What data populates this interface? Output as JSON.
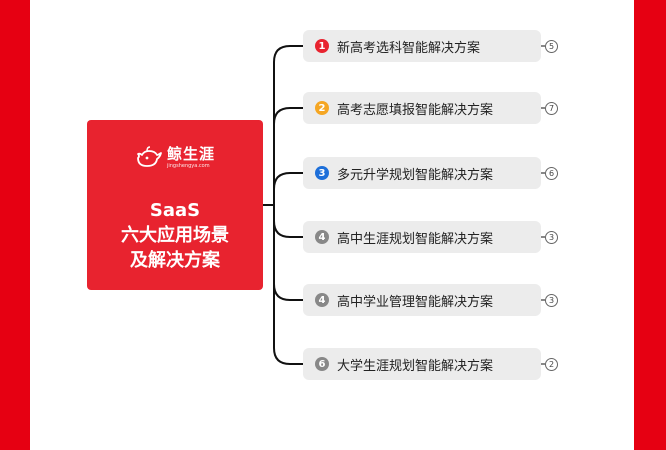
{
  "brand": {
    "name": "鲸生涯",
    "url": "jingshengya.com",
    "accent": "#e60012",
    "card_color": "#e8232f"
  },
  "center": {
    "line1": "SaaS",
    "line2": "六大应用场景",
    "line3": "及解决方案"
  },
  "branches": [
    {
      "badge": "1",
      "badge_color": "#e8232f",
      "label": "新高考选科智能解决方案",
      "count": "5"
    },
    {
      "badge": "2",
      "badge_color": "#f5a623",
      "label": "高考志愿填报智能解决方案",
      "count": "7"
    },
    {
      "badge": "3",
      "badge_color": "#1e6fd9",
      "label": "多元升学规划智能解决方案",
      "count": "6"
    },
    {
      "badge": "4",
      "badge_color": "#888888",
      "label": "高中生涯规划智能解决方案",
      "count": "3"
    },
    {
      "badge": "4",
      "badge_color": "#888888",
      "label": "高中学业管理智能解决方案",
      "count": "3"
    },
    {
      "badge": "6",
      "badge_color": "#888888",
      "label": "大学生涯规划智能解决方案",
      "count": "2"
    }
  ]
}
